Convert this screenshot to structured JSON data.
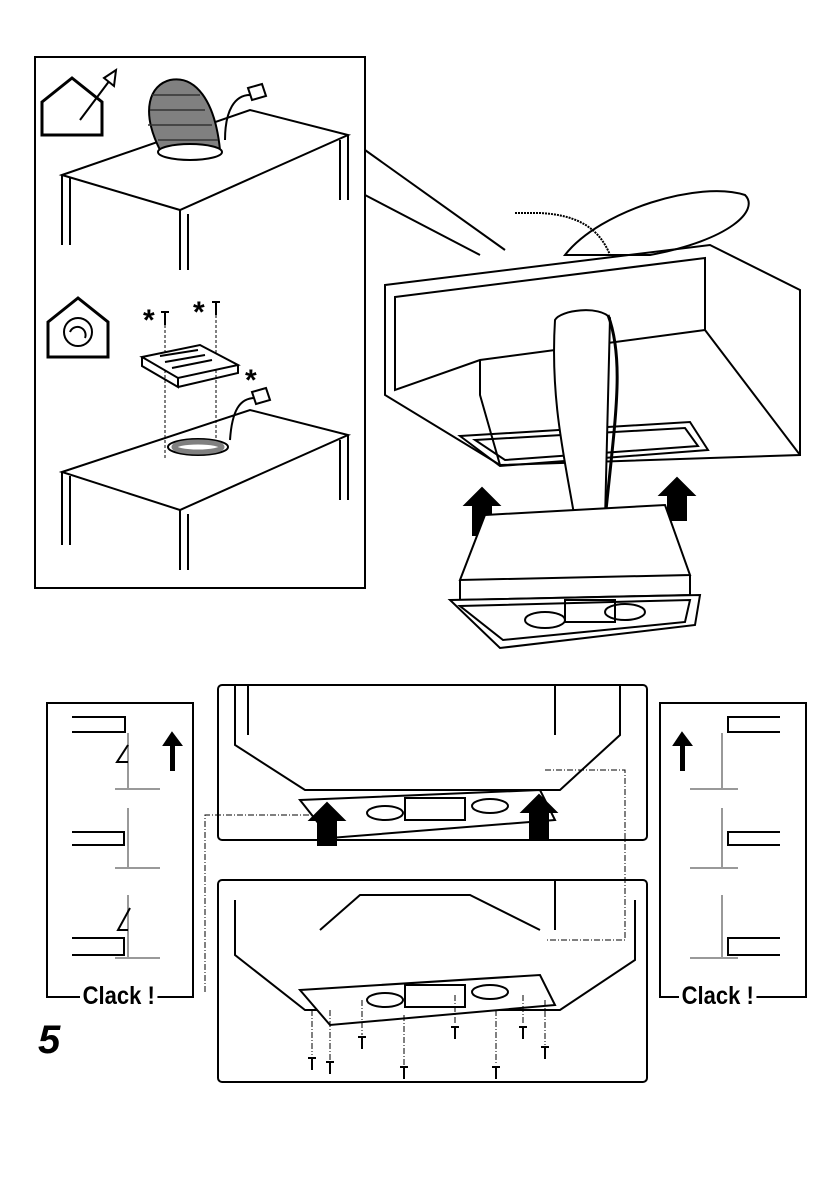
{
  "diagram": {
    "step_number": "5",
    "left_detail_label": "Clack !",
    "right_detail_label": "Clack !",
    "optional_part_marker": "*",
    "icons": [
      "ducted-extraction-house-icon",
      "recirculation-house-icon",
      "up-arrow-icon",
      "screw-icon"
    ],
    "line_color": "#000000",
    "duct_color": "#808080"
  }
}
